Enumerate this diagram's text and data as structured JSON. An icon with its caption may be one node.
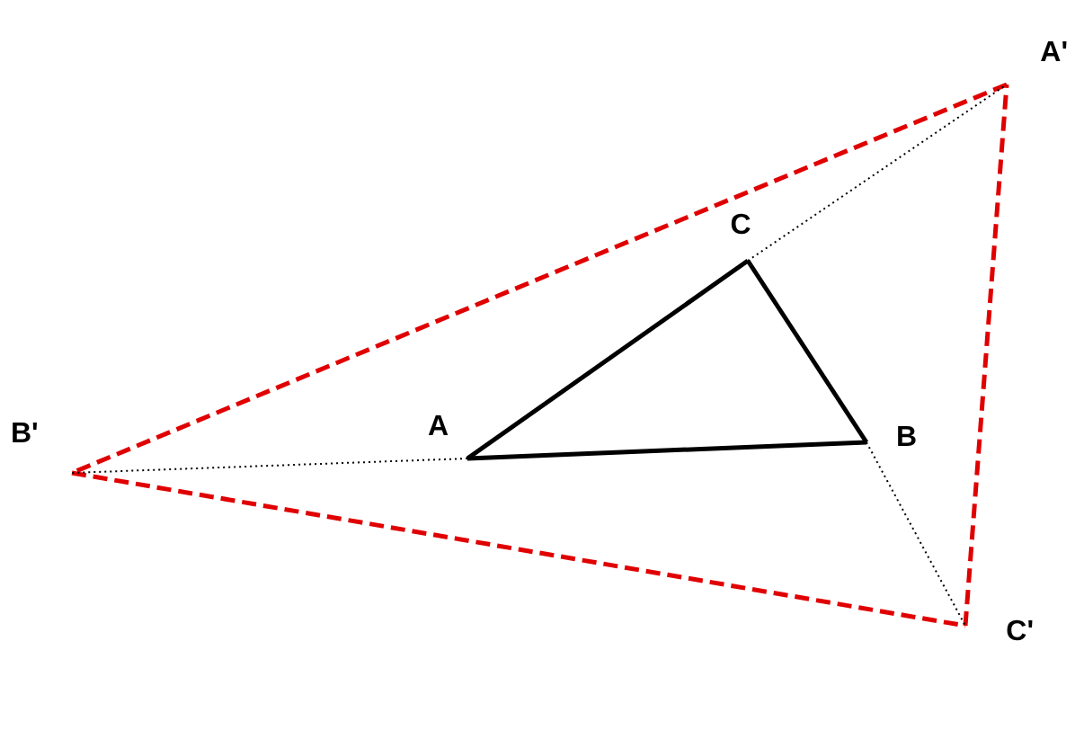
{
  "diagram": {
    "nodes": [
      {
        "text": [
          "A"
        ]
      },
      {
        "text": [
          "B"
        ]
      },
      {
        "text": [
          "C"
        ]
      },
      {
        "text": [
          "A'"
        ]
      },
      {
        "text": [
          "B'"
        ]
      },
      {
        "text": [
          "C'"
        ]
      }
    ],
    "edges": [
      {
        "from": 0,
        "to": 1,
        "arrow": "none"
      },
      {
        "from": 1,
        "to": 2,
        "arrow": "none"
      },
      {
        "from": 2,
        "to": 0,
        "arrow": "none"
      },
      {
        "from": 3,
        "to": 4,
        "arrow": "none",
        "style": "dashed",
        "color": "#e00000"
      },
      {
        "from": 4,
        "to": 5,
        "arrow": "none",
        "style": "dashed",
        "color": "#e00000"
      },
      {
        "from": 5,
        "to": 3,
        "arrow": "none",
        "style": "dashed",
        "color": "#e00000"
      },
      {
        "from": 2,
        "to": 3,
        "arrow": "none",
        "style": "dashed"
      },
      {
        "from": 0,
        "to": 4,
        "arrow": "none",
        "style": "dashed"
      },
      {
        "from": 1,
        "to": 5,
        "arrow": "none",
        "style": "dashed"
      }
    ]
  }
}
